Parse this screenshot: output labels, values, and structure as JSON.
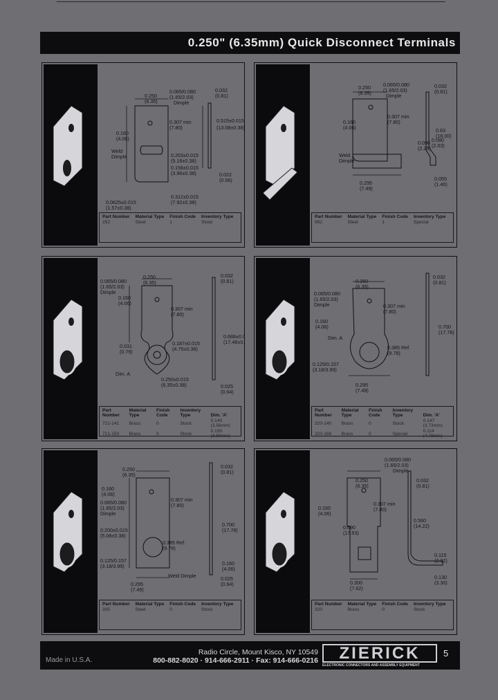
{
  "header": {
    "title": "0.250\" (6.35mm) Quick Disconnect Terminals"
  },
  "panels": [
    {
      "labels": [
        "0.250",
        "(6.35)",
        "0.065/0.080",
        "(1.65/2.03)",
        "Dimple",
        "0.032",
        "(0.81)",
        "0.160",
        "(4.06)",
        "0.307 min",
        "(7.80)",
        "Weld",
        "Dimple",
        "0.515±0.015",
        "(13.08±0.38)",
        "0.203±0.015",
        "(5.16±0.38)",
        "0.156±0.015",
        "(3.96±0.38)",
        "0.0625±0.015",
        "(1.57±0.38)",
        "0.022",
        "(0.56)",
        "0.312±0.015",
        "(7.92±0.38)"
      ],
      "table": {
        "headers": [
          "Part Number",
          "Material Type",
          "Finish Code",
          "Inventory Type"
        ],
        "rows": [
          [
            "252",
            "Steel",
            "1",
            "Stock"
          ]
        ]
      }
    },
    {
      "labels": [
        "0.250",
        "(6.35)",
        "0.065/0.080",
        "(1.65/2.03)",
        "Dimple",
        "0.032",
        "(0.81)",
        "0.160",
        "(4.06)",
        "0.307 min",
        "(7.80)",
        "0.63",
        "(16.00)",
        "0.090",
        "(2.29)",
        "0.080",
        "(2.03)",
        "Weld",
        "Dimple",
        "0.295",
        "(7.49)",
        "0.055",
        "(1.40)"
      ],
      "table": {
        "headers": [
          "Part Number",
          "Material Type",
          "Finish Code",
          "Inventory Type"
        ],
        "rows": [
          [
            "992",
            "Steel",
            "1",
            "Special"
          ]
        ]
      }
    },
    {
      "labels": [
        "0.065/0.080",
        "(1.65/2.03)",
        "Dimple",
        "0.250",
        "(6.35)",
        "0.032",
        "(0.81)",
        "0.160",
        "(4.06)",
        "0.307 min",
        "(7.80)",
        "0.031",
        "(0.79)",
        "0.688±0.015",
        "(17.48±0.38)",
        "0.187±0.015",
        "(4.75±0.38)",
        "Dim. A",
        "0.250±0.015",
        "(6.35±0.38)",
        "0.025",
        "(0.64)"
      ],
      "table": {
        "headers": [
          "Part Number",
          "Material Type",
          "Finish Code",
          "Inventory Type",
          "Dim. 'A'"
        ],
        "rows": [
          [
            "721-141",
            "Brass",
            "0",
            "Stock",
            "0.140 (3.56mm)"
          ],
          [
            "721-150",
            "Brass",
            "0",
            "Stock",
            "0.150 (3.80mm)"
          ]
        ]
      }
    },
    {
      "labels": [
        "0.250",
        "(6.35)",
        "0.032",
        "(0.81)",
        "0.065/0.080",
        "(1.65/2.03)",
        "Dimple",
        "0.160",
        "(4.06)",
        "0.307 min",
        "(7.80)",
        "0.700",
        "(17.78)",
        "Dim. A",
        "0.385 Ref.",
        "(9.78)",
        "0.125/0.157",
        "(3.18/3.99)",
        "0.295",
        "(7.49)"
      ],
      "table": {
        "headers": [
          "Part Number",
          "Material Type",
          "Finish Code",
          "Inventory Type",
          "Dim. 'A'"
        ],
        "rows": [
          [
            "320-140",
            "Brass",
            "0",
            "Stock",
            "0.147 (3.73mm)"
          ],
          [
            "320-168",
            "Brass",
            "0",
            "Special",
            "0.114 (4.78mm)"
          ]
        ]
      }
    },
    {
      "labels": [
        "0.250",
        "(6.35)",
        "0.032",
        "(0.81)",
        "0.160",
        "(4.06)",
        "0.065/0.080",
        "(1.65/2.03)",
        "Dimple",
        "0.307 min",
        "(7.80)",
        "0.200±0.015",
        "(5.08±0.38)",
        "0.700",
        "(17.78)",
        "0.385 Ref.",
        "(9.78)",
        "0.125/0.157",
        "(3.18/3.99)",
        "0.160",
        "(4.06)",
        "Weld Dimple",
        "0.295",
        "(7.49)",
        "0.025",
        "(0.64)"
      ],
      "table": {
        "headers": [
          "Part Number",
          "Material Type",
          "Finish Code",
          "Inventory Type"
        ],
        "rows": [
          [
            "305",
            "Steel",
            "0",
            "Stock"
          ]
        ]
      }
    },
    {
      "labels": [
        "0.065/0.080",
        "(1.65/2.03)",
        "Dimple",
        "0.250",
        "(6.35)",
        "0.032",
        "(0.81)",
        "0.160",
        "(4.06)",
        "0.307 min",
        "(7.80)",
        "0.690",
        "(17.53)",
        "0.560",
        "(14.22)",
        "0.115",
        "(2.92)",
        "0.300",
        "(7.62)",
        "0.130",
        "(3.30)"
      ],
      "table": {
        "headers": [
          "Part Number",
          "Material Type",
          "Finish Code",
          "Inventory Type"
        ],
        "rows": [
          [
            "320",
            "Brass",
            "0",
            "Stock"
          ]
        ]
      }
    }
  ],
  "footer": {
    "made_in": "Made in U.S.A.",
    "address": "Radio Circle, Mount Kisco, NY 10549",
    "phones": "800-882-8020 · 914-666-2911 · Fax: 914-666-0216",
    "logo": "ZIERICK",
    "tagline": "ELECTRONIC CONNECTORS AND ASSEMBLY EQUIPMENT",
    "page_number": "5"
  }
}
